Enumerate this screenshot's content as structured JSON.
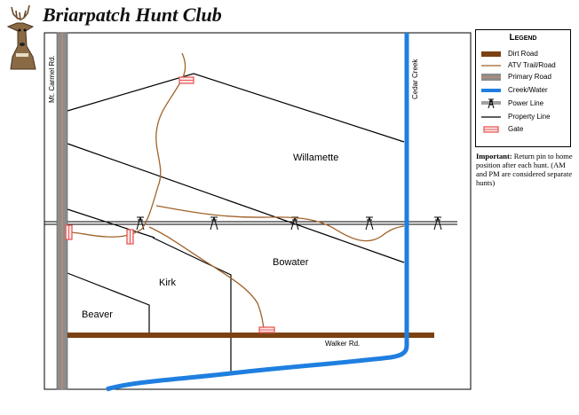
{
  "title": "Briarpatch Hunt Club",
  "legend": {
    "title": "Legend",
    "items": [
      {
        "label": "Dirt Road",
        "icon": "dirt-road-swatch",
        "color": "#7a4212"
      },
      {
        "label": "ATV Trail/Road",
        "icon": "atv-trail-swatch",
        "color": "#a0622a"
      },
      {
        "label": "Primary Road",
        "icon": "primary-road-swatch",
        "color": "#8c8c8c"
      },
      {
        "label": "Creek/Water",
        "icon": "creek-swatch",
        "color": "#1f7fe0"
      },
      {
        "label": "Power Line",
        "icon": "power-line-tower-icon",
        "color": "#000000"
      },
      {
        "label": "Property Line",
        "icon": "property-line-swatch",
        "color": "#000000"
      },
      {
        "label": "Gate",
        "icon": "gate-icon",
        "color": "#e85a5a"
      }
    ]
  },
  "note": {
    "bold": "Important:",
    "text": "Return pin to home position after each hunt.  (AM and PM are considered separate hunts)"
  },
  "map": {
    "roads": {
      "primary_road_label": "Mt. Carmel Rd.",
      "dirt_road_label": "Walker Rd.",
      "creek_label": "Cedar Creek"
    },
    "areas": [
      "Willamette",
      "Bowater",
      "Kirk",
      "Beaver"
    ]
  }
}
